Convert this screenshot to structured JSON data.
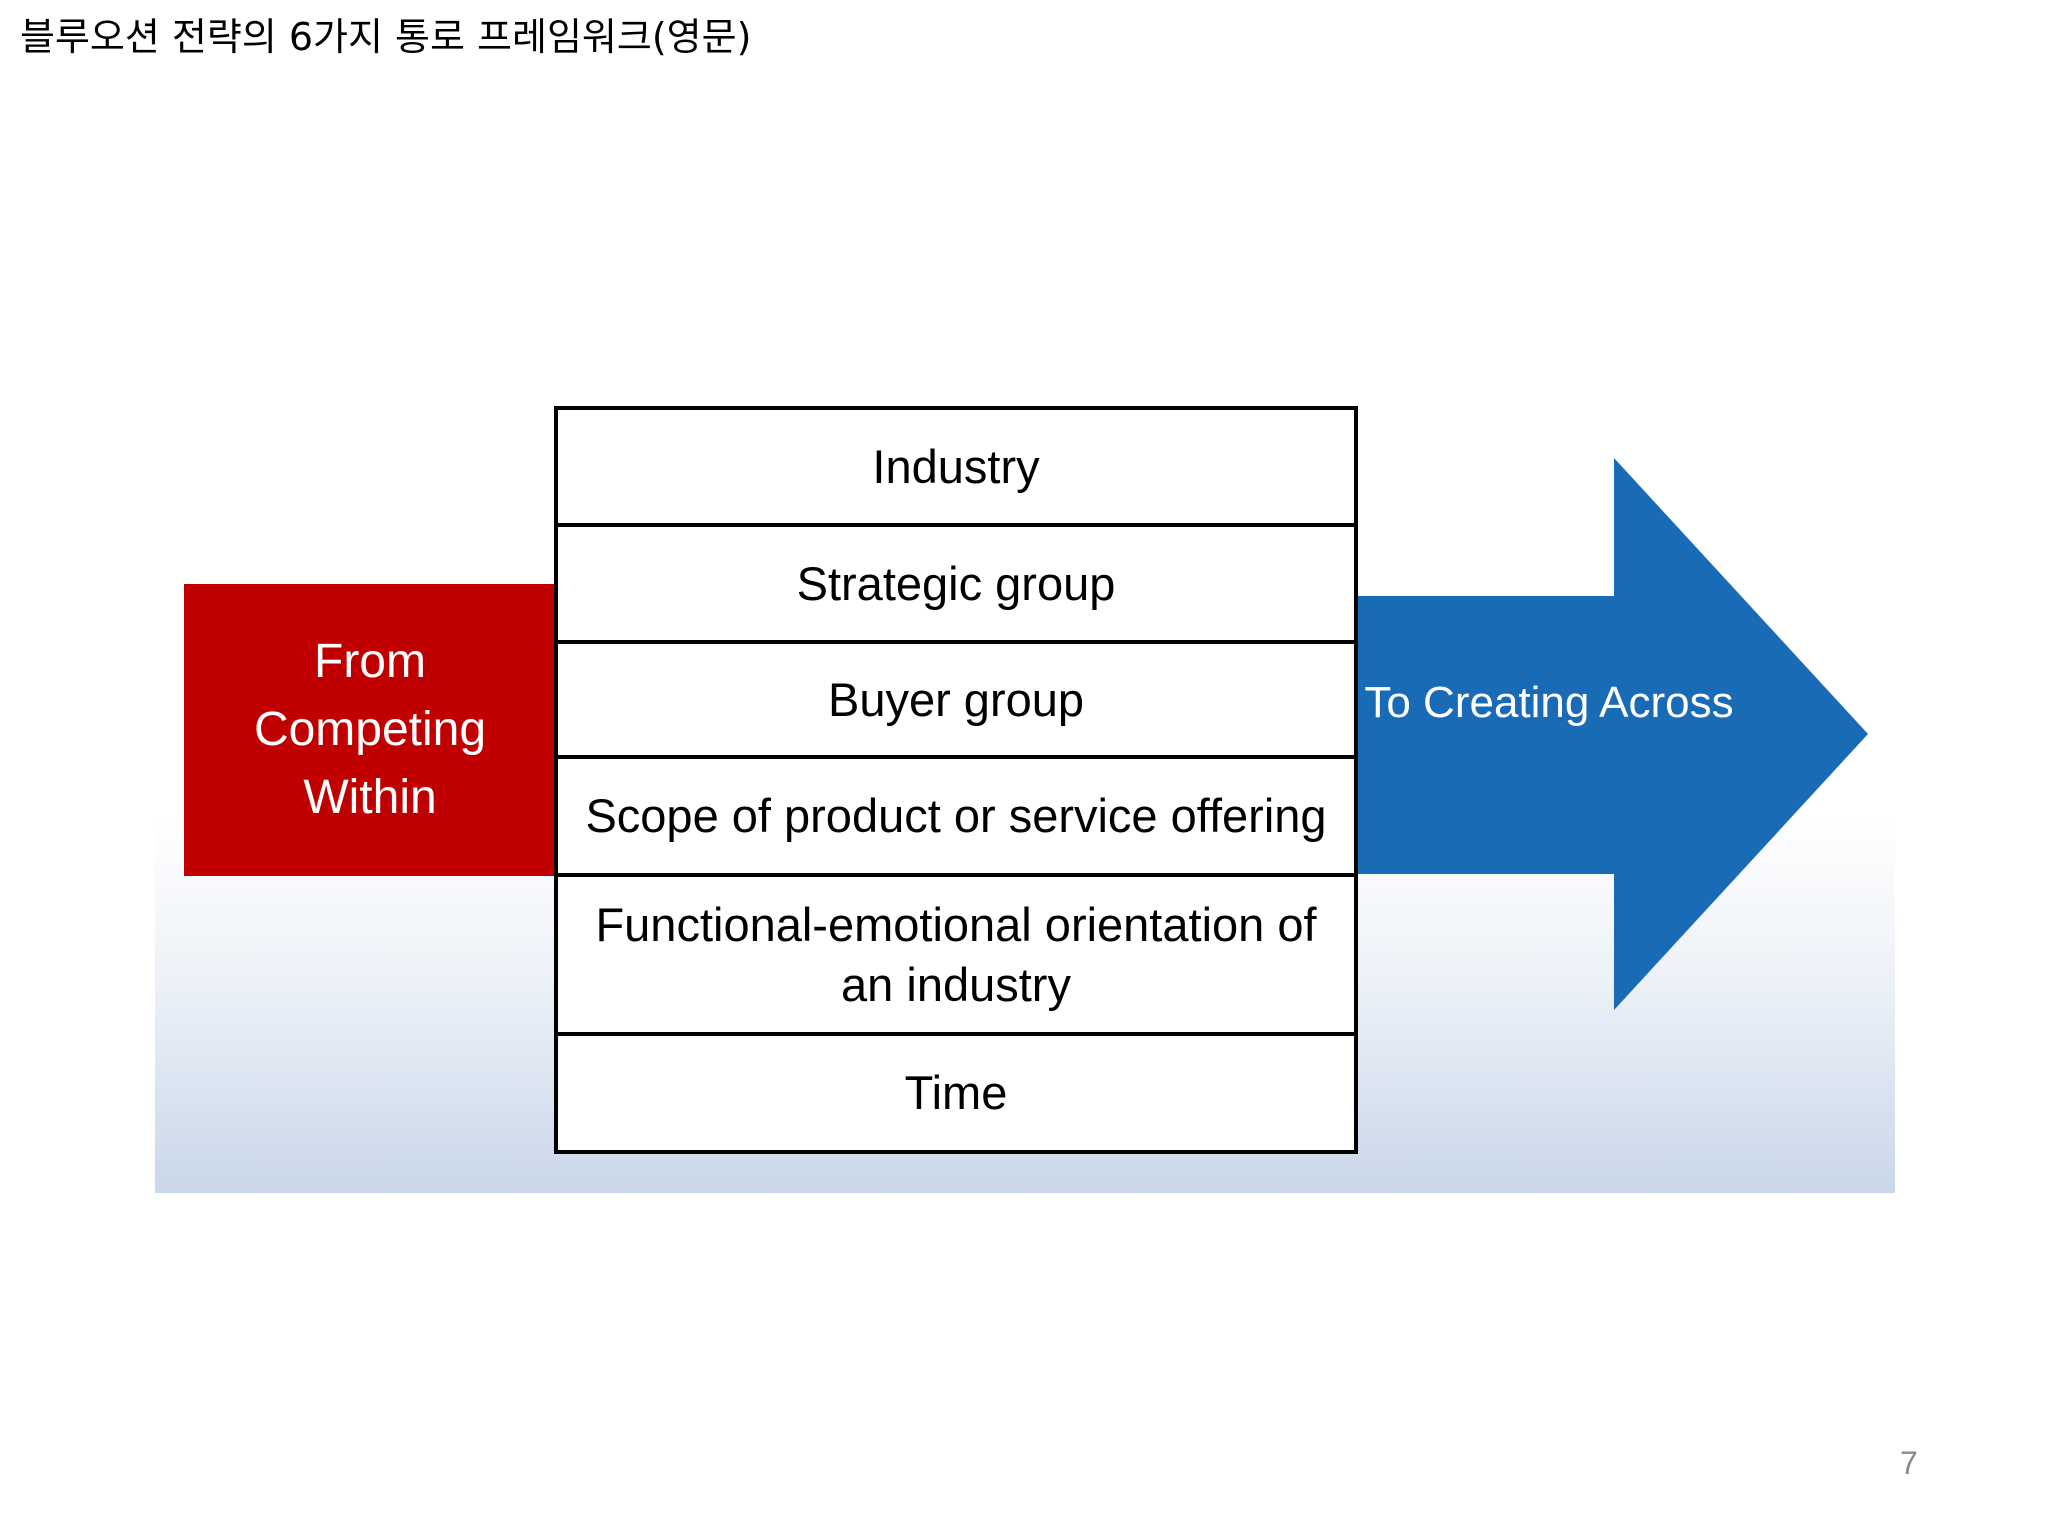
{
  "slide": {
    "title": "블루오션 전략의 6가지 통로 프레임워크(영문)",
    "page_number": "7"
  },
  "diagram": {
    "from_label": "From Competing Within",
    "to_label": "To Creating Across",
    "paths": [
      "Industry",
      "Strategic group",
      "Buyer group",
      "Scope of product or service offering",
      "Functional-emotional orientation of an industry",
      "Time"
    ],
    "colors": {
      "from_box": "#c00000",
      "to_arrow": "#1a6bb5",
      "border": "#000000"
    }
  }
}
